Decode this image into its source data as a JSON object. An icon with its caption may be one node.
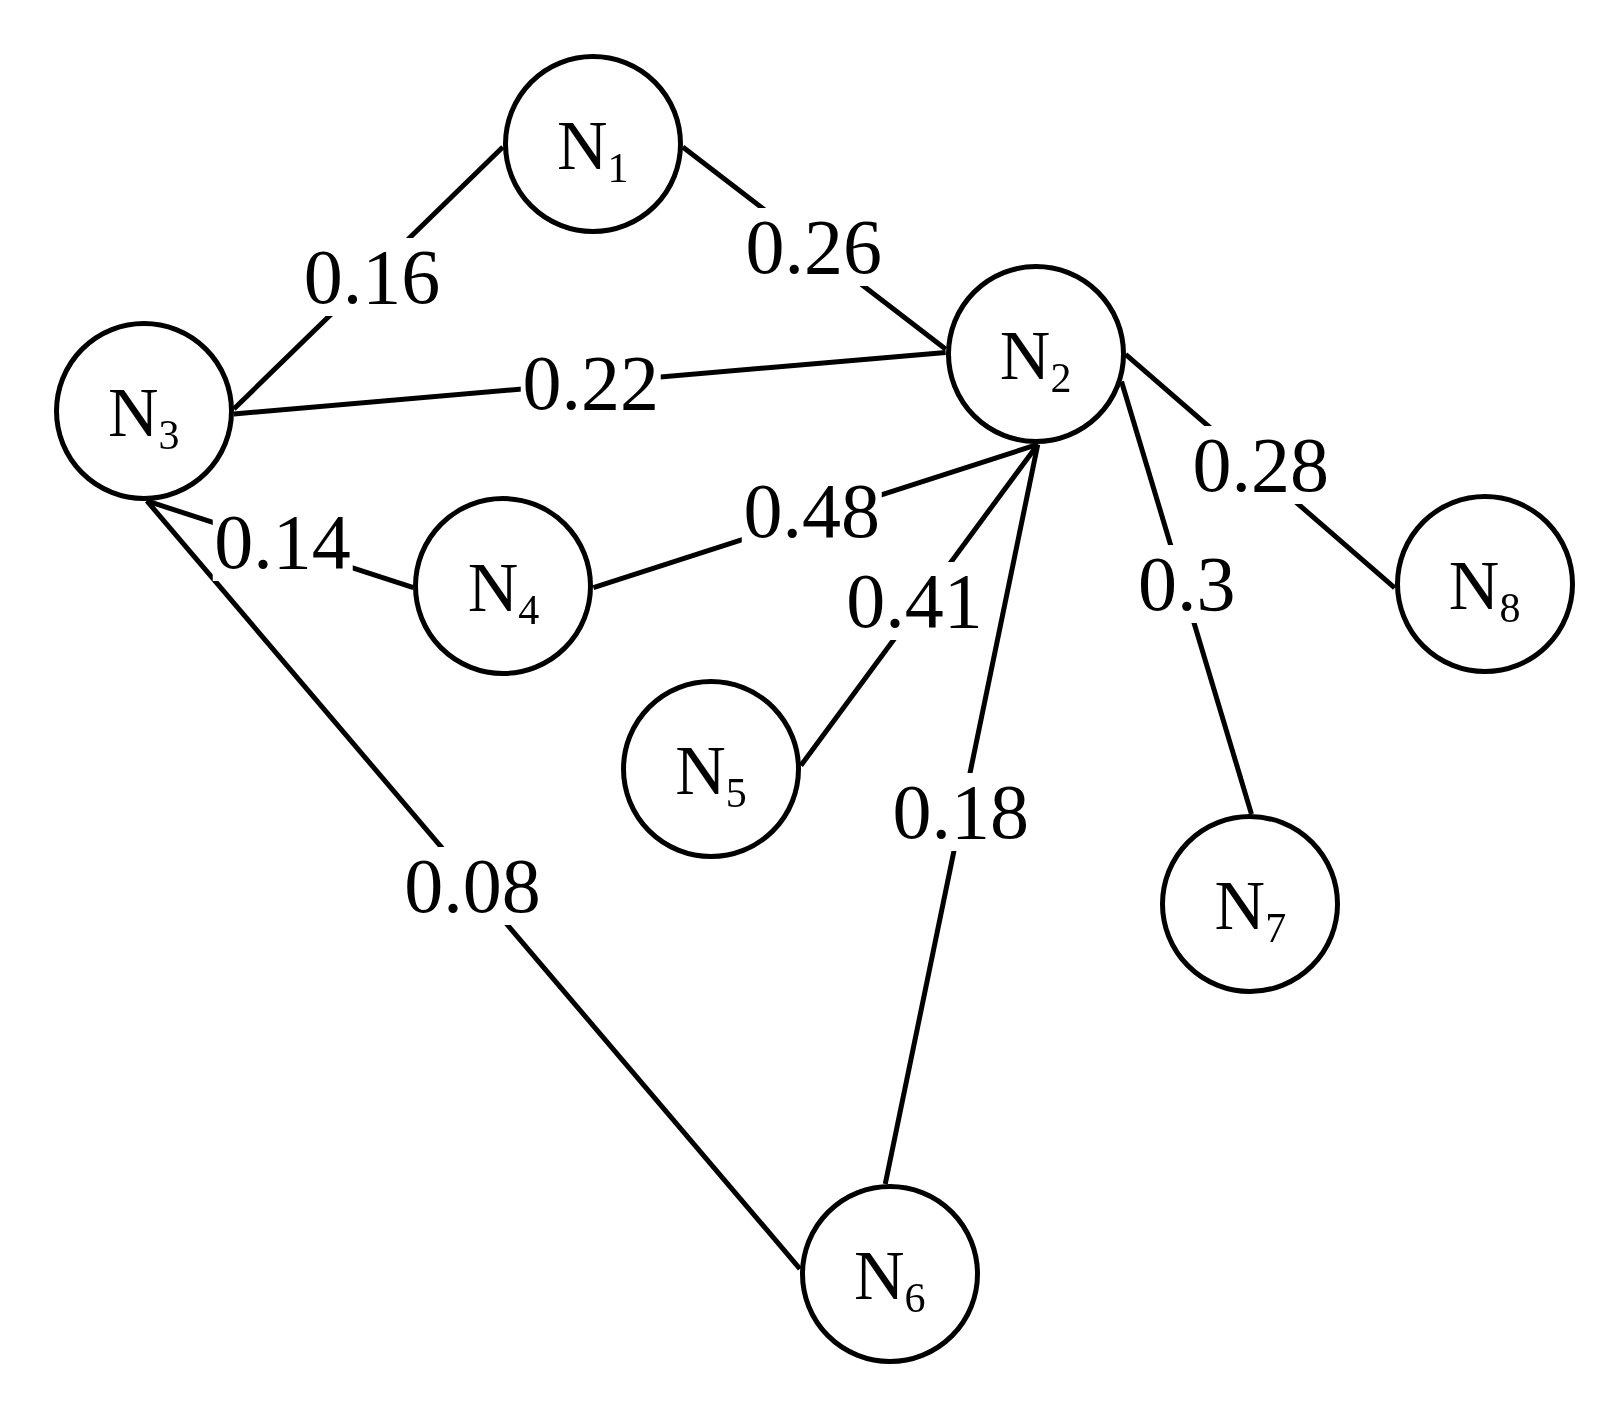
{
  "diagram": {
    "nodes": [
      {
        "text": [
          "N$_{1}$"
        ]
      },
      {
        "text": [
          "N$_{2}$"
        ]
      },
      {
        "text": [
          "N$_{3}$"
        ]
      },
      {
        "text": [
          "N$_{4}$"
        ]
      },
      {
        "text": [
          "N$_{5}$"
        ]
      },
      {
        "text": [
          "N$_{6}$"
        ]
      },
      {
        "text": [
          "N$_{7}$"
        ]
      },
      {
        "text": [
          "N$_{8}$"
        ]
      }
    ],
    "edges": [
      {
        "from": 2,
        "to": 0,
        "arrow": "none",
        "label": "0.16"
      },
      {
        "from": 0,
        "to": 1,
        "arrow": "none",
        "label": "0.26"
      },
      {
        "from": 2,
        "to": 1,
        "arrow": "none",
        "label": "0.22"
      },
      {
        "from": 2,
        "to": 3,
        "arrow": "none",
        "label": "0.14"
      },
      {
        "from": 3,
        "to": 1,
        "arrow": "none",
        "label": "0.48"
      },
      {
        "from": 4,
        "to": 1,
        "arrow": "none",
        "label": "0.41"
      },
      {
        "from": 5,
        "to": 1,
        "arrow": "none",
        "label": "0.18"
      },
      {
        "from": 2,
        "to": 5,
        "arrow": "none",
        "label": "0.08"
      },
      {
        "from": 1,
        "to": 6,
        "arrow": "none",
        "label": "0.3"
      },
      {
        "from": 1,
        "to": 7,
        "arrow": "none",
        "label": "0.28"
      }
    ]
  }
}
